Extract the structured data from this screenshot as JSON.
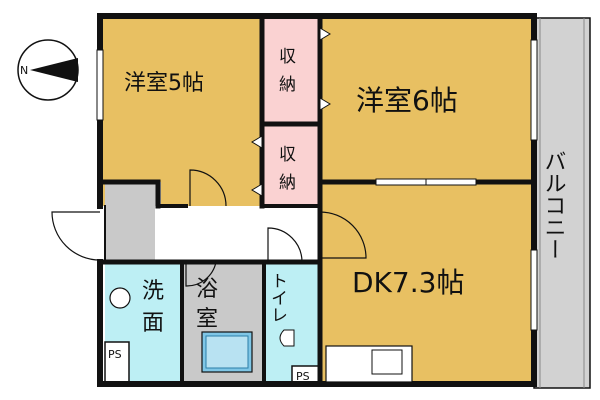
{
  "compass": {
    "label": "N"
  },
  "rooms": {
    "western_5": "洋室5帖",
    "western_6": "洋室6帖",
    "dk": "DK7.3帖",
    "storage_top": [
      "収",
      "納"
    ],
    "storage_mid": [
      "収",
      "納"
    ],
    "washroom": [
      "洗",
      "面"
    ],
    "bath": [
      "浴",
      "室"
    ],
    "toilet": "トイレ",
    "balcony": "バルコニー",
    "ps_left": "PS",
    "ps_right": "PS"
  },
  "colors": {
    "room": "#E8C062",
    "storage": "#FAD2D2",
    "wet": "#BDEFF4",
    "hall": "#C9C9C9",
    "balcony": "#D2D2D2",
    "wall": "#111111"
  }
}
